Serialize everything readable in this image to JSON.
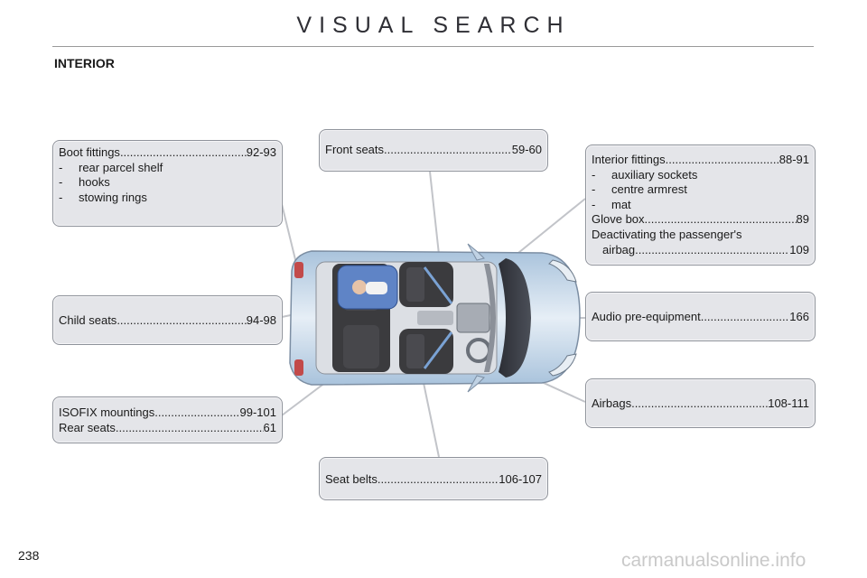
{
  "header": {
    "title": "VISUAL SEARCH",
    "section": "INTERIOR"
  },
  "page_number": "238",
  "watermark": "carmanualsonline.info",
  "boxes": {
    "boot": {
      "entry": {
        "label": "Boot fittings",
        "pages": "92-93"
      },
      "items": [
        "rear parcel shelf",
        "hooks",
        "stowing rings"
      ]
    },
    "front_seats": {
      "label": "Front seats",
      "pages": "59-60"
    },
    "interior": {
      "entry": {
        "label": "Interior fittings",
        "pages": "88-91"
      },
      "items": [
        "auxiliary sockets",
        "centre armrest",
        "mat"
      ],
      "glove": {
        "label": "Glove box",
        "pages": "89"
      },
      "deact": {
        "line1": "Deactivating the passenger's",
        "label2": "airbag",
        "pages": "109"
      }
    },
    "child_seats": {
      "label": "Child seats",
      "pages": "94-98"
    },
    "audio": {
      "label": "Audio pre-equipment",
      "pages": "166"
    },
    "isofix": {
      "a": {
        "label": "ISOFIX mountings",
        "pages": "99-101"
      },
      "b": {
        "label": "Rear seats",
        "pages": "61"
      }
    },
    "airbags": {
      "label": "Airbags",
      "pages": "108-111"
    },
    "seat_belts": {
      "label": "Seat belts",
      "pages": "106-107"
    }
  },
  "colors": {
    "box_fill": "#e4e5e9",
    "box_border": "#8f939b",
    "car_body": "#bcd2e6",
    "seat": "#3b3b3e",
    "belt": "#7aa2d4"
  }
}
